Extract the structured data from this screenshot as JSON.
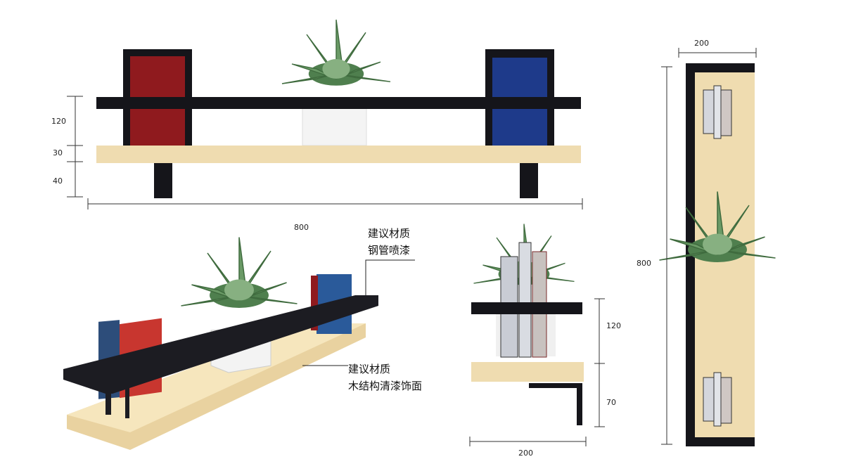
{
  "front_view": {
    "dims": {
      "bar_height": "120",
      "plank_thickness": "30",
      "leg_height": "40",
      "width": "800"
    }
  },
  "perspective_view": {
    "note_steel": {
      "line1": "建议材质",
      "line2": "钢管喷漆"
    },
    "note_wood": {
      "line1": "建议材质",
      "line2": "木结构清漆饰面"
    }
  },
  "side_view": {
    "dims": {
      "bar_height": "120",
      "bracket_height": "70",
      "depth": "200"
    }
  },
  "top_view": {
    "dims": {
      "width": "200",
      "length": "800"
    }
  },
  "colors": {
    "steel": "#15151a",
    "wood": "#efdcb0",
    "red_book": "#8f1a1e",
    "blue_book": "#1e3a8a",
    "plant": "#5e8f5c"
  }
}
